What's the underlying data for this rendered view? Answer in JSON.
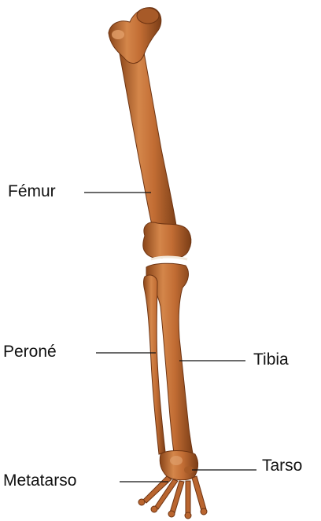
{
  "labels": {
    "femur": "Fémur",
    "perone": "Peroné",
    "tibia": "Tibia",
    "tarso": "Tarso",
    "metatarso": "Metatarso"
  },
  "colors": {
    "bone": "#b9652f",
    "bone_highlight": "#d98a4e",
    "bone_shadow": "#7a3d16",
    "cartilage": "#f2e9dc",
    "leader_line": "#111111",
    "text": "#111111",
    "background": "#ffffff"
  }
}
